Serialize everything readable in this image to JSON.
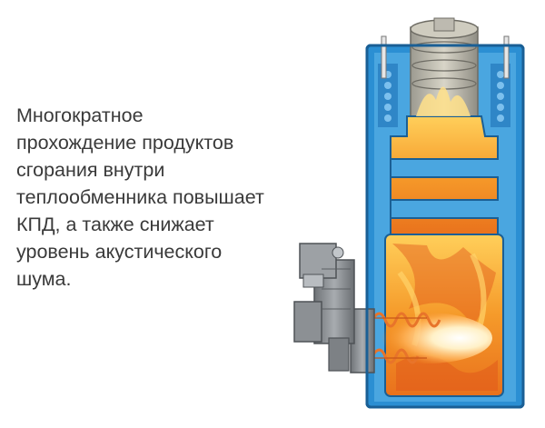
{
  "caption": {
    "lines": [
      "Многократное",
      "прохождение продуктов",
      "сгорания внутри",
      "теплообменника повышает",
      "КПД, а также снижает",
      "уровень акустического",
      "шума."
    ]
  },
  "colors": {
    "shell_blue": "#2b8fd3",
    "shell_outline": "#1a5f95",
    "flame_orange": "#f08a1c",
    "flame_yellow": "#ffd36a",
    "chamber_bg": "#f4a93a",
    "burner_gray": "#8a8e92",
    "coil_orange": "#e8742a",
    "flue_gray": "#b7b4a8"
  },
  "icons": [
    "boiler-heat-exchanger-illustration",
    "burner-icon",
    "flame-icon",
    "flue-pipe-icon",
    "spiral-coil-icon"
  ]
}
